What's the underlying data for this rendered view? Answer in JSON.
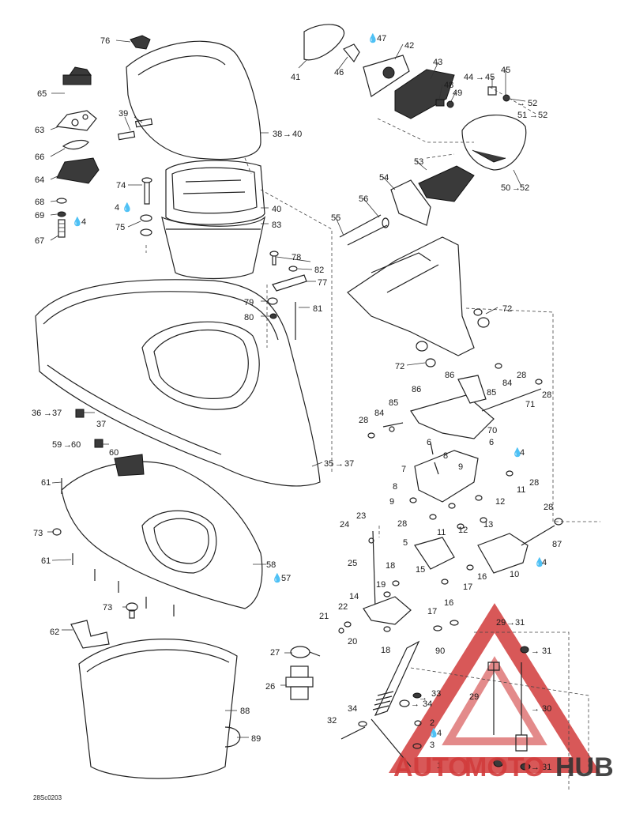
{
  "diagram_code": "28Sc0203",
  "watermark": {
    "part1": "AUTO",
    "part2": "MOTO",
    "part3": "HUB",
    "color_red": "#d23c3c",
    "color_dark": "#333333"
  },
  "callouts": {
    "c76": "76",
    "c41": "41",
    "c46": "46",
    "c47": "47",
    "c42": "42",
    "c43": "43",
    "c48": "48",
    "c49": "49",
    "c44": "44",
    "c45": "45",
    "c52": "52",
    "c51": "51",
    "c50": "50",
    "c53": "53",
    "c54": "54",
    "c56": "56",
    "c55": "55",
    "c65": "65",
    "c63": "63",
    "c39": "39",
    "c38": "38",
    "c40": "40",
    "c66": "66",
    "c64": "64",
    "c74": "74",
    "c4a": "4",
    "c68": "68",
    "c69": "69",
    "c4b": "4",
    "c67": "67",
    "c75": "75",
    "c83": "83",
    "c78": "78",
    "c82": "82",
    "c77": "77",
    "c79": "79",
    "c81": "81",
    "c80": "80",
    "c72a": "72",
    "c72b": "72",
    "c86a": "86",
    "c28a": "28",
    "c84a": "84",
    "c86b": "86",
    "c85a": "85",
    "c28b": "28",
    "c71": "71",
    "c36": "36",
    "c37a": "37",
    "c37b": "37",
    "c28c": "28",
    "c84b": "84",
    "c85b": "85",
    "c70": "70",
    "c59": "59",
    "c60a": "60",
    "c60b": "60",
    "c6a": "6",
    "c6b": "6",
    "c4c": "4",
    "c35": "35",
    "c37c": "37",
    "c7": "7",
    "c8a": "8",
    "c9a": "9",
    "c61a": "61",
    "c11a": "11",
    "c28d": "28",
    "c8b": "8",
    "c12a": "12",
    "c9b": "9",
    "c28e": "28",
    "c73a": "73",
    "c24": "24",
    "c23": "23",
    "c28f": "28",
    "c11b": "11",
    "c12b": "12",
    "c13": "13",
    "c87": "87",
    "c61b": "61",
    "c5": "5",
    "c4d": "4",
    "c10": "10",
    "c25": "25",
    "c58": "58",
    "c57": "57",
    "c15": "15",
    "c16a": "16",
    "c18a": "18",
    "c19": "19",
    "c17a": "17",
    "c14": "14",
    "c22": "22",
    "c73b": "73",
    "c17b": "17",
    "c16b": "16",
    "c21": "21",
    "c20": "20",
    "c62": "62",
    "c29a": "29",
    "c31a": "31",
    "c18b": "18",
    "c90": "90",
    "c31b": "31",
    "c27": "27",
    "c26": "26",
    "c33": "33",
    "c34a": "34",
    "c29b": "29",
    "c30": "30",
    "c88": "88",
    "c34b": "34",
    "c32": "32",
    "c2": "2",
    "c4e": "4",
    "c89": "89",
    "c3": "3",
    "c1": "1",
    "c31c": "31"
  }
}
